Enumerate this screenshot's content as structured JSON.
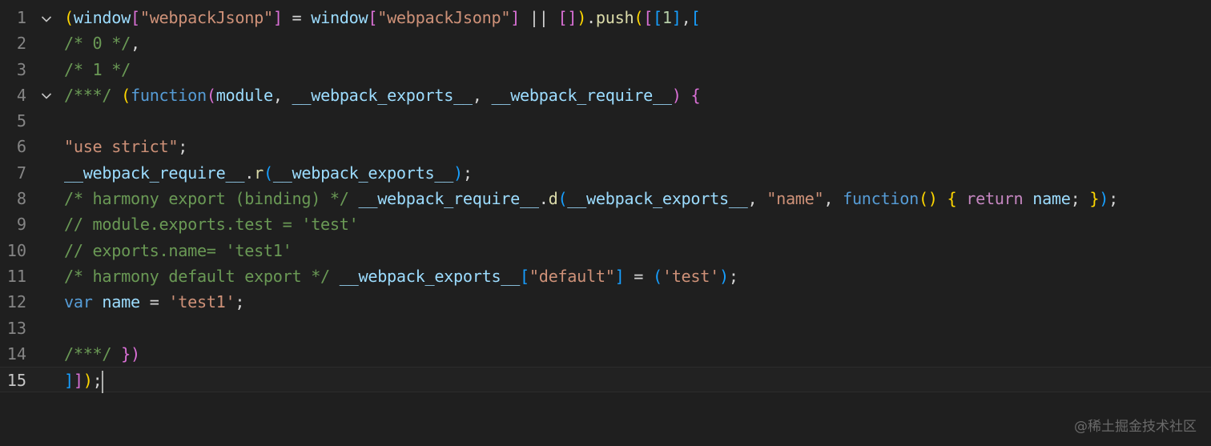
{
  "colors": {
    "background": "#1f1f1f",
    "line_number": "#858585",
    "line_number_active": "#c6c6c6",
    "plain": "#d4d4d4",
    "variable": "#9cdcfe",
    "function": "#dcdcaa",
    "keyword": "#569cd6",
    "control": "#c586c0",
    "string": "#ce9178",
    "number": "#b5cea8",
    "comment": "#6a9955",
    "bracket_gold": "#ffd700",
    "bracket_purple": "#da70d6",
    "bracket_blue": "#179fff"
  },
  "editor": {
    "current_line": 15,
    "lines": [
      {
        "num": "1",
        "fold": "chevron-down",
        "tokens": [
          {
            "t": "(",
            "c": "bracket_gold"
          },
          {
            "t": "window",
            "c": "variable"
          },
          {
            "t": "[",
            "c": "bracket_purple"
          },
          {
            "t": "\"webpackJsonp\"",
            "c": "string"
          },
          {
            "t": "]",
            "c": "bracket_purple"
          },
          {
            "t": " = ",
            "c": "plain"
          },
          {
            "t": "window",
            "c": "variable"
          },
          {
            "t": "[",
            "c": "bracket_purple"
          },
          {
            "t": "\"webpackJsonp\"",
            "c": "string"
          },
          {
            "t": "]",
            "c": "bracket_purple"
          },
          {
            "t": " || ",
            "c": "plain"
          },
          {
            "t": "[]",
            "c": "bracket_purple"
          },
          {
            "t": ")",
            "c": "bracket_gold"
          },
          {
            "t": ".",
            "c": "plain"
          },
          {
            "t": "push",
            "c": "function"
          },
          {
            "t": "(",
            "c": "bracket_gold"
          },
          {
            "t": "[",
            "c": "bracket_purple"
          },
          {
            "t": "[",
            "c": "bracket_blue"
          },
          {
            "t": "1",
            "c": "number"
          },
          {
            "t": "]",
            "c": "bracket_blue"
          },
          {
            "t": ",",
            "c": "plain"
          },
          {
            "t": "[",
            "c": "bracket_blue"
          }
        ]
      },
      {
        "num": "2",
        "fold": "",
        "tokens": [
          {
            "t": "/* 0 */",
            "c": "comment"
          },
          {
            "t": ",",
            "c": "plain"
          }
        ]
      },
      {
        "num": "3",
        "fold": "",
        "tokens": [
          {
            "t": "/* 1 */",
            "c": "comment"
          }
        ]
      },
      {
        "num": "4",
        "fold": "chevron-down",
        "tokens": [
          {
            "t": "/***/",
            "c": "comment"
          },
          {
            "t": " ",
            "c": "plain"
          },
          {
            "t": "(",
            "c": "bracket_gold"
          },
          {
            "t": "function",
            "c": "keyword"
          },
          {
            "t": "(",
            "c": "bracket_purple"
          },
          {
            "t": "module",
            "c": "variable"
          },
          {
            "t": ", ",
            "c": "plain"
          },
          {
            "t": "__webpack_exports__",
            "c": "variable"
          },
          {
            "t": ", ",
            "c": "plain"
          },
          {
            "t": "__webpack_require__",
            "c": "variable"
          },
          {
            "t": ")",
            "c": "bracket_purple"
          },
          {
            "t": " ",
            "c": "plain"
          },
          {
            "t": "{",
            "c": "bracket_purple"
          }
        ]
      },
      {
        "num": "5",
        "fold": "",
        "tokens": []
      },
      {
        "num": "6",
        "fold": "",
        "tokens": [
          {
            "t": "\"use strict\"",
            "c": "string"
          },
          {
            "t": ";",
            "c": "plain"
          }
        ]
      },
      {
        "num": "7",
        "fold": "",
        "tokens": [
          {
            "t": "__webpack_require__",
            "c": "variable"
          },
          {
            "t": ".",
            "c": "plain"
          },
          {
            "t": "r",
            "c": "function"
          },
          {
            "t": "(",
            "c": "bracket_blue"
          },
          {
            "t": "__webpack_exports__",
            "c": "variable"
          },
          {
            "t": ")",
            "c": "bracket_blue"
          },
          {
            "t": ";",
            "c": "plain"
          }
        ]
      },
      {
        "num": "8",
        "fold": "",
        "tokens": [
          {
            "t": "/* harmony export (binding) */",
            "c": "comment"
          },
          {
            "t": " ",
            "c": "plain"
          },
          {
            "t": "__webpack_require__",
            "c": "variable"
          },
          {
            "t": ".",
            "c": "plain"
          },
          {
            "t": "d",
            "c": "function"
          },
          {
            "t": "(",
            "c": "bracket_blue"
          },
          {
            "t": "__webpack_exports__",
            "c": "variable"
          },
          {
            "t": ", ",
            "c": "plain"
          },
          {
            "t": "\"name\"",
            "c": "string"
          },
          {
            "t": ", ",
            "c": "plain"
          },
          {
            "t": "function",
            "c": "keyword"
          },
          {
            "t": "()",
            "c": "bracket_gold"
          },
          {
            "t": " ",
            "c": "plain"
          },
          {
            "t": "{",
            "c": "bracket_gold"
          },
          {
            "t": " ",
            "c": "plain"
          },
          {
            "t": "return",
            "c": "control"
          },
          {
            "t": " ",
            "c": "plain"
          },
          {
            "t": "name",
            "c": "variable"
          },
          {
            "t": "; ",
            "c": "plain"
          },
          {
            "t": "}",
            "c": "bracket_gold"
          },
          {
            "t": ")",
            "c": "bracket_blue"
          },
          {
            "t": ";",
            "c": "plain"
          }
        ]
      },
      {
        "num": "9",
        "fold": "",
        "tokens": [
          {
            "t": "// module.exports.test = 'test'",
            "c": "comment"
          }
        ]
      },
      {
        "num": "10",
        "fold": "",
        "tokens": [
          {
            "t": "// exports.name= 'test1'",
            "c": "comment"
          }
        ]
      },
      {
        "num": "11",
        "fold": "",
        "tokens": [
          {
            "t": "/* harmony default export */",
            "c": "comment"
          },
          {
            "t": " ",
            "c": "plain"
          },
          {
            "t": "__webpack_exports__",
            "c": "variable"
          },
          {
            "t": "[",
            "c": "bracket_blue"
          },
          {
            "t": "\"default\"",
            "c": "string"
          },
          {
            "t": "]",
            "c": "bracket_blue"
          },
          {
            "t": " = ",
            "c": "plain"
          },
          {
            "t": "(",
            "c": "bracket_blue"
          },
          {
            "t": "'test'",
            "c": "string"
          },
          {
            "t": ")",
            "c": "bracket_blue"
          },
          {
            "t": ";",
            "c": "plain"
          }
        ]
      },
      {
        "num": "12",
        "fold": "",
        "tokens": [
          {
            "t": "var",
            "c": "keyword"
          },
          {
            "t": " ",
            "c": "plain"
          },
          {
            "t": "name",
            "c": "variable"
          },
          {
            "t": " = ",
            "c": "plain"
          },
          {
            "t": "'test1'",
            "c": "string"
          },
          {
            "t": ";",
            "c": "plain"
          }
        ]
      },
      {
        "num": "13",
        "fold": "",
        "tokens": []
      },
      {
        "num": "14",
        "fold": "",
        "tokens": [
          {
            "t": "/***/",
            "c": "comment"
          },
          {
            "t": " ",
            "c": "plain"
          },
          {
            "t": "})",
            "c": "bracket_purple"
          }
        ]
      },
      {
        "num": "15",
        "fold": "",
        "tokens": [
          {
            "t": "]",
            "c": "bracket_blue"
          },
          {
            "t": "]",
            "c": "bracket_purple"
          },
          {
            "t": ")",
            "c": "bracket_gold"
          },
          {
            "t": ";",
            "c": "plain"
          }
        ]
      }
    ]
  },
  "watermark": "@稀土掘金技术社区"
}
